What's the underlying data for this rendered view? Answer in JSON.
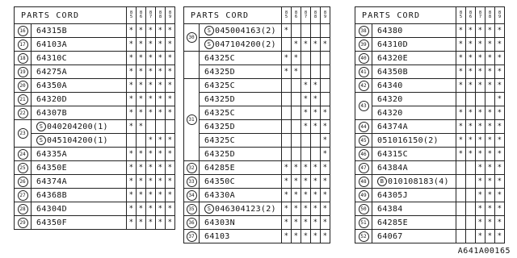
{
  "header": {
    "parts_cord": "PARTS CORD",
    "years": [
      "8 5",
      "8 6",
      "8 7",
      "8 8",
      "8 9"
    ]
  },
  "drawing_code": "A641A00165",
  "tables": [
    {
      "groups": [
        {
          "ref": "16",
          "rows": [
            {
              "prefix": "",
              "part": "64315B",
              "marks": [
                "*",
                "*",
                "*",
                "*",
                "*"
              ]
            }
          ]
        },
        {
          "ref": "17",
          "rows": [
            {
              "prefix": "",
              "part": "64103A",
              "marks": [
                "*",
                "*",
                "*",
                "*",
                "*"
              ]
            }
          ]
        },
        {
          "ref": "18",
          "rows": [
            {
              "prefix": "",
              "part": "64310C",
              "marks": [
                "*",
                "*",
                "*",
                "*",
                "*"
              ]
            }
          ]
        },
        {
          "ref": "19",
          "rows": [
            {
              "prefix": "",
              "part": "64275A",
              "marks": [
                "*",
                "*",
                "*",
                "*",
                "*"
              ]
            }
          ]
        },
        {
          "ref": "20",
          "rows": [
            {
              "prefix": "",
              "part": "64350A",
              "marks": [
                "*",
                "*",
                "*",
                "*",
                "*"
              ]
            }
          ]
        },
        {
          "ref": "21",
          "rows": [
            {
              "prefix": "",
              "part": "64320D",
              "marks": [
                "*",
                "*",
                "*",
                "*",
                "*"
              ]
            }
          ]
        },
        {
          "ref": "22",
          "rows": [
            {
              "prefix": "",
              "part": "64307B",
              "marks": [
                "*",
                "*",
                "*",
                "*",
                "*"
              ]
            }
          ]
        },
        {
          "ref": "23",
          "rows": [
            {
              "prefix": "S",
              "part": "040204200(1)",
              "marks": [
                "*",
                "*",
                "",
                "",
                ""
              ]
            },
            {
              "prefix": "S",
              "part": "045104200(1)",
              "marks": [
                "",
                "",
                "*",
                "*",
                "*"
              ]
            }
          ]
        },
        {
          "ref": "24",
          "rows": [
            {
              "prefix": "",
              "part": "64335A",
              "marks": [
                "*",
                "*",
                "*",
                "*",
                "*"
              ]
            }
          ]
        },
        {
          "ref": "25",
          "rows": [
            {
              "prefix": "",
              "part": "64350E",
              "marks": [
                "*",
                "*",
                "*",
                "*",
                "*"
              ]
            }
          ]
        },
        {
          "ref": "26",
          "rows": [
            {
              "prefix": "",
              "part": "64374A",
              "marks": [
                "*",
                "*",
                "*",
                "*",
                "*"
              ]
            }
          ]
        },
        {
          "ref": "27",
          "rows": [
            {
              "prefix": "",
              "part": "64368B",
              "marks": [
                "*",
                "*",
                "*",
                "*",
                "*"
              ]
            }
          ]
        },
        {
          "ref": "28",
          "rows": [
            {
              "prefix": "",
              "part": "64304D",
              "marks": [
                "*",
                "*",
                "*",
                "*",
                "*"
              ]
            }
          ]
        },
        {
          "ref": "29",
          "rows": [
            {
              "prefix": "",
              "part": "64350F",
              "marks": [
                "*",
                "*",
                "*",
                "*",
                "*"
              ]
            }
          ]
        }
      ]
    },
    {
      "groups": [
        {
          "ref": "30",
          "rows": [
            {
              "prefix": "S",
              "part": "045004163(2)",
              "marks": [
                "*",
                "",
                "",
                "",
                ""
              ]
            },
            {
              "prefix": "S",
              "part": "047104200(2)",
              "marks": [
                "",
                "*",
                "*",
                "*",
                "*"
              ]
            }
          ]
        },
        {
          "ref": "",
          "rows": [
            {
              "prefix": "",
              "part": "64325C",
              "marks": [
                "*",
                "*",
                "",
                "",
                ""
              ]
            },
            {
              "prefix": "",
              "part": "64325D",
              "marks": [
                "*",
                "*",
                "",
                "",
                ""
              ]
            }
          ]
        },
        {
          "ref": "31",
          "rows": [
            {
              "prefix": "",
              "part": "64325C",
              "marks": [
                "",
                "",
                "*",
                "*",
                ""
              ]
            },
            {
              "prefix": "",
              "part": "64325D",
              "marks": [
                "",
                "",
                "*",
                "*",
                ""
              ]
            },
            {
              "prefix": "",
              "part": "64325C",
              "marks": [
                "",
                "",
                "*",
                "*",
                "*"
              ]
            },
            {
              "prefix": "",
              "part": "64325D",
              "marks": [
                "",
                "",
                "*",
                "*",
                "*"
              ]
            },
            {
              "prefix": "",
              "part": "64325C",
              "marks": [
                "",
                "",
                "",
                "",
                "*"
              ]
            },
            {
              "prefix": "",
              "part": "64325D",
              "marks": [
                "",
                "",
                "",
                "",
                "*"
              ]
            }
          ]
        },
        {
          "ref": "32",
          "rows": [
            {
              "prefix": "",
              "part": "64285E",
              "marks": [
                "*",
                "*",
                "*",
                "*",
                "*"
              ]
            }
          ]
        },
        {
          "ref": "33",
          "rows": [
            {
              "prefix": "",
              "part": "64350C",
              "marks": [
                "*",
                "*",
                "*",
                "*",
                "*"
              ]
            }
          ]
        },
        {
          "ref": "34",
          "rows": [
            {
              "prefix": "",
              "part": "64330A",
              "marks": [
                "*",
                "*",
                "*",
                "*",
                "*"
              ]
            }
          ]
        },
        {
          "ref": "35",
          "rows": [
            {
              "prefix": "S",
              "part": "046304123(2)",
              "marks": [
                "*",
                "*",
                "*",
                "*",
                "*"
              ]
            }
          ]
        },
        {
          "ref": "36",
          "rows": [
            {
              "prefix": "",
              "part": "64303N",
              "marks": [
                "*",
                "*",
                "*",
                "*",
                "*"
              ]
            }
          ]
        },
        {
          "ref": "37",
          "rows": [
            {
              "prefix": "",
              "part": "64103",
              "marks": [
                "*",
                "*",
                "*",
                "*",
                "*"
              ]
            }
          ]
        }
      ]
    },
    {
      "groups": [
        {
          "ref": "38",
          "rows": [
            {
              "prefix": "",
              "part": "64380",
              "marks": [
                "*",
                "*",
                "*",
                "*",
                "*"
              ]
            }
          ]
        },
        {
          "ref": "39",
          "rows": [
            {
              "prefix": "",
              "part": "64310D",
              "marks": [
                "*",
                "*",
                "*",
                "*",
                "*"
              ]
            }
          ]
        },
        {
          "ref": "40",
          "rows": [
            {
              "prefix": "",
              "part": "64320E",
              "marks": [
                "*",
                "*",
                "*",
                "*",
                "*"
              ]
            }
          ]
        },
        {
          "ref": "41",
          "rows": [
            {
              "prefix": "",
              "part": "64350B",
              "marks": [
                "*",
                "*",
                "*",
                "*",
                "*"
              ]
            }
          ]
        },
        {
          "ref": "42",
          "rows": [
            {
              "prefix": "",
              "part": "64340",
              "marks": [
                "*",
                "*",
                "*",
                "*",
                "*"
              ]
            }
          ]
        },
        {
          "ref": "43",
          "rows": [
            {
              "prefix": "",
              "part": "64320",
              "marks": [
                "",
                "",
                "",
                "",
                "*"
              ]
            },
            {
              "prefix": "",
              "part": "64320",
              "marks": [
                "*",
                "*",
                "*",
                "*",
                "*"
              ]
            }
          ]
        },
        {
          "ref": "44",
          "rows": [
            {
              "prefix": "",
              "part": "64374A",
              "marks": [
                "*",
                "*",
                "*",
                "*",
                "*"
              ]
            }
          ]
        },
        {
          "ref": "45",
          "rows": [
            {
              "prefix": "",
              "part": "051016150(2)",
              "marks": [
                "*",
                "*",
                "*",
                "*",
                "*"
              ]
            }
          ]
        },
        {
          "ref": "46",
          "rows": [
            {
              "prefix": "",
              "part": "64315C",
              "marks": [
                "*",
                "*",
                "*",
                "*",
                "*"
              ]
            }
          ]
        },
        {
          "ref": "47",
          "rows": [
            {
              "prefix": "",
              "part": "64384A",
              "marks": [
                "",
                "",
                "*",
                "*",
                "*"
              ]
            }
          ]
        },
        {
          "ref": "48",
          "rows": [
            {
              "prefix": "B",
              "part": "010108183(4)",
              "marks": [
                "",
                "",
                "*",
                "*",
                "*"
              ]
            }
          ]
        },
        {
          "ref": "49",
          "rows": [
            {
              "prefix": "",
              "part": "64305J",
              "marks": [
                "",
                "",
                "*",
                "*",
                "*"
              ]
            }
          ]
        },
        {
          "ref": "50",
          "rows": [
            {
              "prefix": "",
              "part": "64384",
              "marks": [
                "",
                "",
                "*",
                "*",
                "*"
              ]
            }
          ]
        },
        {
          "ref": "51",
          "rows": [
            {
              "prefix": "",
              "part": "64285E",
              "marks": [
                "",
                "",
                "*",
                "*",
                "*"
              ]
            }
          ]
        },
        {
          "ref": "52",
          "rows": [
            {
              "prefix": "",
              "part": "64067",
              "marks": [
                "",
                "",
                "*",
                "*",
                "*"
              ]
            }
          ]
        }
      ]
    }
  ]
}
